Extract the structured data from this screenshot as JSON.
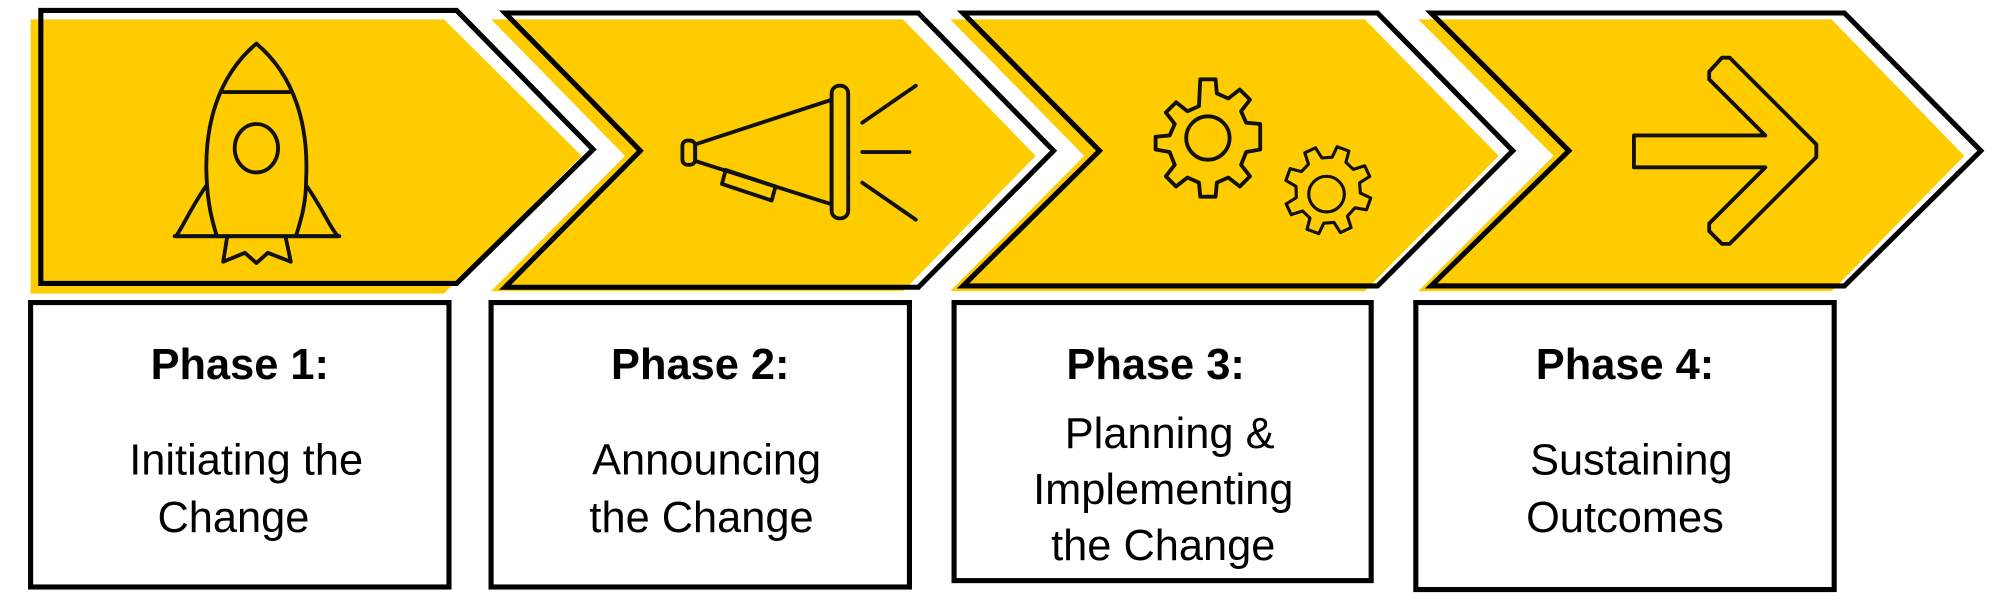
{
  "colors": {
    "accent": "#FFCC00",
    "outline": "#000000",
    "background": "#FFFFFF"
  },
  "phases": [
    {
      "icon": "rocket-icon",
      "title": "Phase 1:",
      "lines": [
        "Initiating the",
        "Change"
      ]
    },
    {
      "icon": "megaphone-icon",
      "title": "Phase 2:",
      "lines": [
        "Announcing",
        "the Change"
      ]
    },
    {
      "icon": "gears-icon",
      "title": "Phase 3:",
      "lines": [
        "Planning &",
        "Implementing",
        "the Change"
      ]
    },
    {
      "icon": "arrow-right-icon",
      "title": "Phase 4:",
      "lines": [
        "Sustaining",
        "Outcomes"
      ]
    }
  ]
}
